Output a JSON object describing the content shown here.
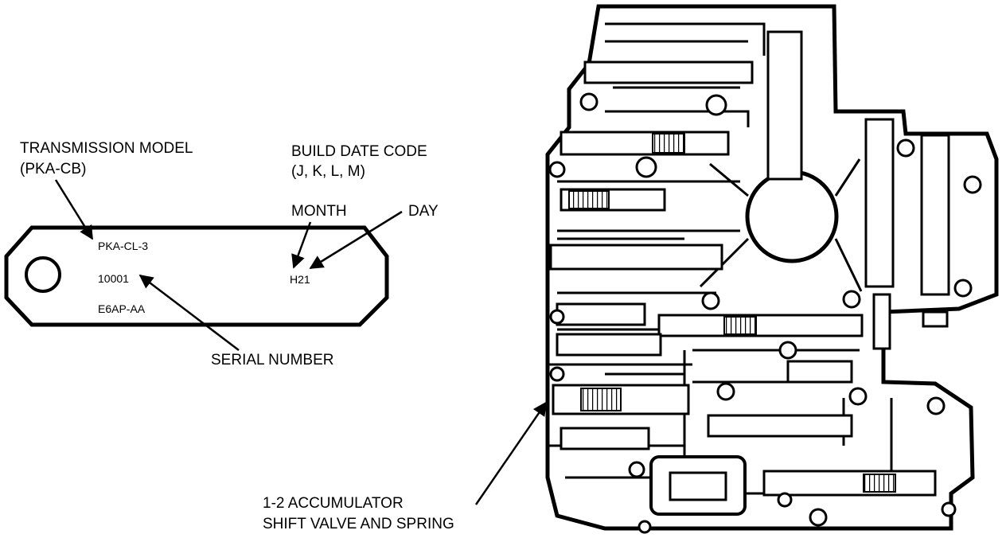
{
  "labels": {
    "transmission_model": "TRANSMISSION MODEL",
    "transmission_model_code": "(PKA-CB)",
    "build_date_code": "BUILD DATE CODE",
    "build_date_letters": "(J, K, L, M)",
    "month": "MONTH",
    "day": "DAY",
    "serial_number": "SERIAL NUMBER",
    "accumulator_line1": "1-2 ACCUMULATOR",
    "accumulator_line2": "SHIFT VALVE AND SPRING"
  },
  "tag": {
    "model_line": "PKA-CL-3",
    "serial_line": "10001",
    "part_line": "E6AP-AA",
    "date_code": "H21"
  },
  "colors": {
    "ink": "#000000",
    "paper": "#ffffff"
  }
}
